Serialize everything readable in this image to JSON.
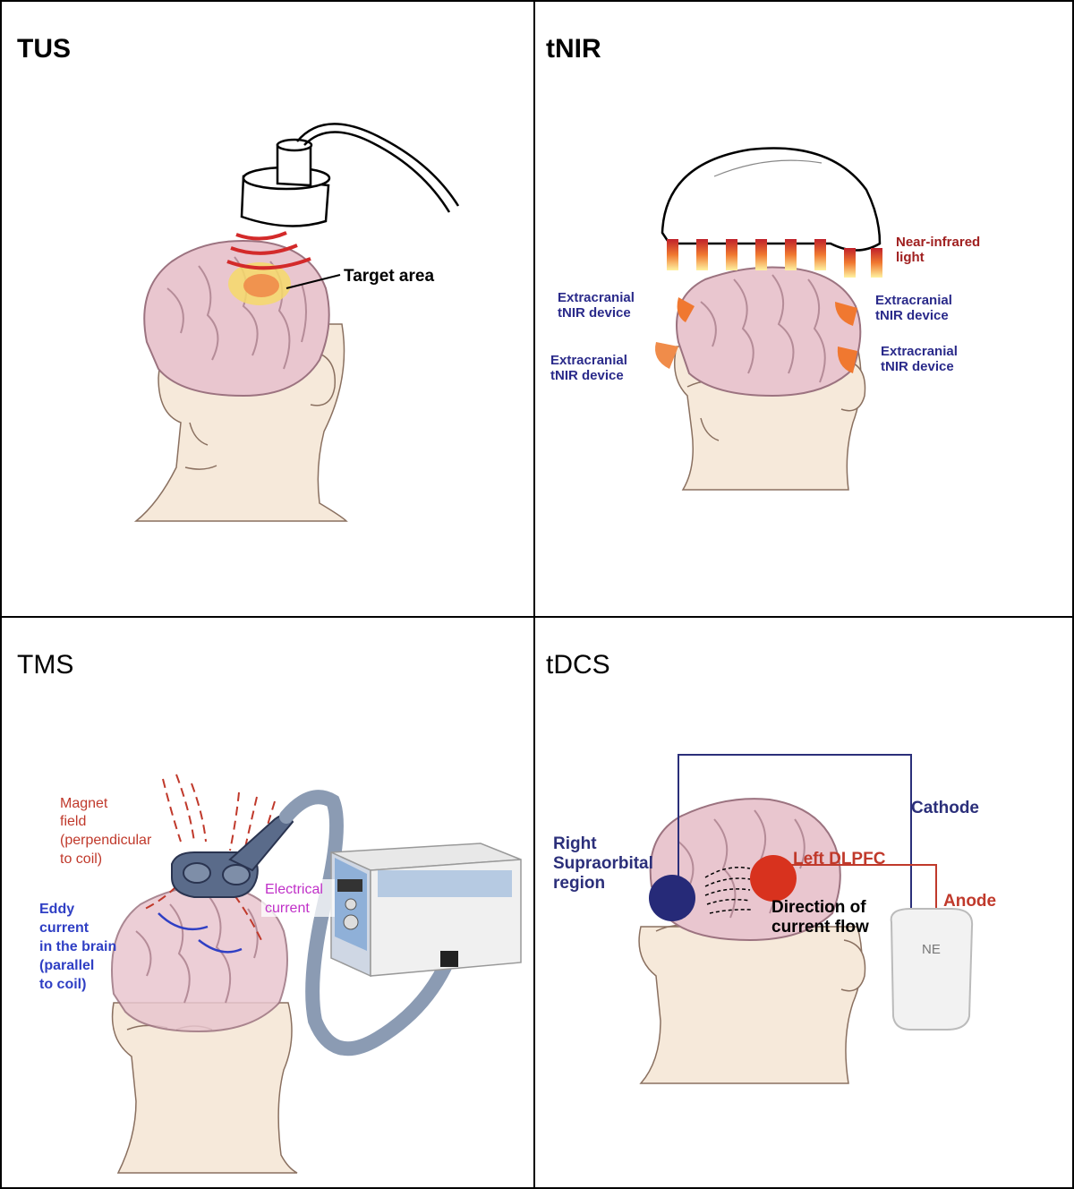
{
  "panels": {
    "tus": {
      "title": "TUS",
      "target_label": "Target area"
    },
    "tnir": {
      "title": "tNIR",
      "light_label": [
        "Near-infrared",
        "light"
      ],
      "device_label_tl": [
        "Extracranial",
        "tNIR device"
      ],
      "device_label_bl": [
        "Extracranial",
        "tNIR device"
      ],
      "device_label_tr": [
        "Extracranial",
        "tNIR device"
      ],
      "device_label_br": [
        "Extracranial",
        "tNIR device"
      ]
    },
    "tms": {
      "title": "TMS",
      "magnet_label": [
        "Magnet",
        "field",
        "(perpendicular",
        "to coil)"
      ],
      "eddy_label": [
        "Eddy",
        "current",
        "in the brain",
        "(parallel",
        "to coil)"
      ],
      "electrical_label": [
        "Electrical",
        "current"
      ]
    },
    "tdcs": {
      "title": "tDCS",
      "cathode_label": "Cathode",
      "anode_label": "Anode",
      "right_label": [
        "Right",
        "Supraorbital",
        "region"
      ],
      "left_label": "Left DLPFC",
      "flow_label": [
        "Direction of",
        "current flow"
      ],
      "device_logo": "NE"
    }
  },
  "colors": {
    "border": "#000000",
    "skin": "#f6e9da",
    "brain": "#e9c6cf",
    "brain_line": "#9c7380",
    "red": "#c0392b",
    "navy": "#2b2f7a",
    "blue": "#2f3fc4",
    "magenta": "#c030c8",
    "gray_blue": "#8b9bb3"
  }
}
